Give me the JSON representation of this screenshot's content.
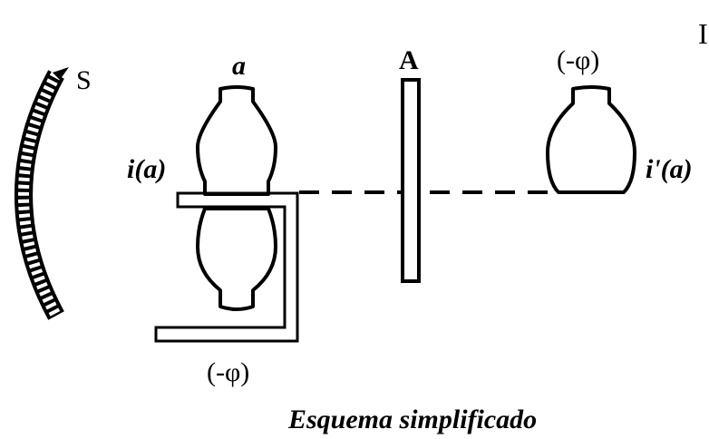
{
  "labels": {
    "mirror": "S",
    "object": "a",
    "object_image": "i(a)",
    "aperture": "A",
    "phase_top": "(-φ)",
    "phase_bottom": "(-φ)",
    "real_image": "i'(a)",
    "edge_letter": "I",
    "caption": "Esquema simplificado"
  }
}
